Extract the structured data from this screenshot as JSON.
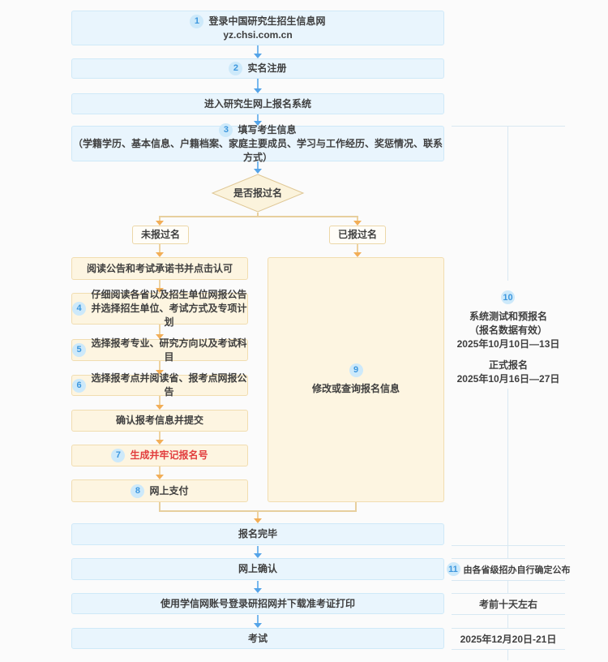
{
  "flow": {
    "top": [
      {
        "num": "1",
        "line1": "登录中国研究生招生信息网",
        "line2": "yz.chsi.com.cn"
      },
      {
        "num": "2",
        "label": "实名注册"
      },
      {
        "label": "进入研究生网上报名系统"
      },
      {
        "num": "3",
        "label": "填写考生信息",
        "sub": "（学籍学历、基本信息、户籍档案、家庭主要成员、学习与工作经历、奖惩情况、联系方式）"
      }
    ],
    "decision": {
      "label": "是否报过名"
    },
    "branches": {
      "left": "未报过名",
      "right": "已报过名"
    },
    "left_path": [
      {
        "label": "阅读公告和考试承诺书并点击认可"
      },
      {
        "num": "4",
        "line1": "仔细阅读各省以及招生单位网报公告",
        "line2": "并选择招生单位、考试方式及专项计划"
      },
      {
        "num": "5",
        "label": "选择报考专业、研究方向以及考试科目"
      },
      {
        "num": "6",
        "label": "选择报考点并阅读省、报考点网报公告"
      },
      {
        "label": "确认报考信息并提交"
      },
      {
        "num": "7",
        "label": "生成并牢记报名号"
      },
      {
        "num": "8",
        "label": "网上支付"
      }
    ],
    "right_path": {
      "num": "9",
      "label": "修改或查询报名信息"
    },
    "bottom": [
      {
        "label": "报名完毕"
      },
      {
        "label": "网上确认"
      },
      {
        "label": "使用学信网账号登录研招网并下载准考证打印"
      },
      {
        "label": "考试"
      }
    ]
  },
  "timeline": {
    "registration": {
      "num": "10",
      "title1": "系统测试和预报名",
      "note": "（报名数据有效）",
      "date1": "2025年10月10日—13日",
      "title2": "正式报名",
      "date2": "2025年10月16日—27日"
    },
    "notes": [
      {
        "num": "11",
        "text": "由各省级招办自行确定公布"
      },
      {
        "text": "考前十天左右"
      },
      {
        "text": "2025年12月20日-21日"
      }
    ]
  },
  "colors": {
    "accent_blue": "#4aa0e6",
    "box_blue_bg": "#e9f5fd",
    "box_blue_border": "#cfe9f8",
    "box_cream_bg": "#fdf5e1",
    "box_cream_border": "#f1ddb0",
    "highlight_red": "#e23d3d",
    "connector_orange": "#f2ae57",
    "timeline_line": "#d8e8f2"
  }
}
